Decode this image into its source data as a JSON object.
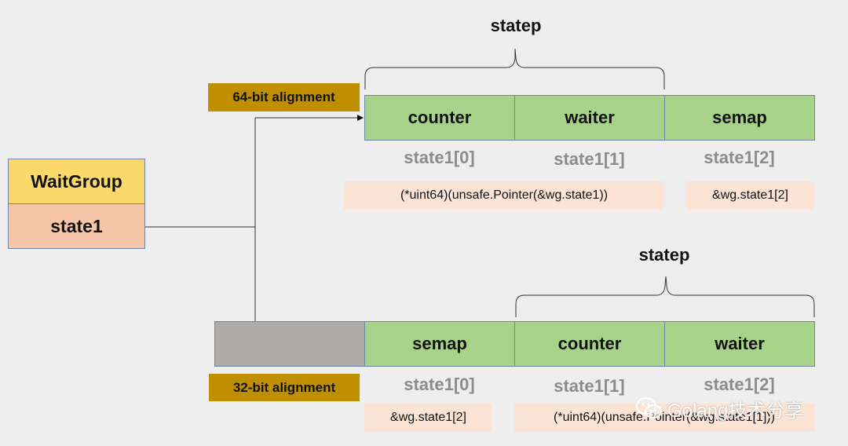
{
  "waitgroup": {
    "title": "WaitGroup",
    "field": "state1"
  },
  "top": {
    "alignment_label": "64-bit alignment",
    "statep_label": "statep",
    "cells": [
      "counter",
      "waiter",
      "semap"
    ],
    "indices": [
      "state1[0]",
      "state1[1]",
      "state1[2]"
    ],
    "expr_left": "(*uint64)(unsafe.Pointer(&wg.state1))",
    "expr_right": "&wg.state1[2]"
  },
  "bottom": {
    "alignment_label": "32-bit alignment",
    "statep_label": "statep",
    "cells": [
      "semap",
      "counter",
      "waiter"
    ],
    "indices": [
      "state1[0]",
      "state1[1]",
      "state1[2]"
    ],
    "expr_left": "&wg.state1[2]",
    "expr_right": "(*uint64)(unsafe.Pointer(&wg.state1[1]))"
  },
  "watermark": {
    "text": "Golang技术分享",
    "icon": "wechat-icon"
  },
  "colors": {
    "background": "#eeeeee",
    "waitgroup_title": "#fbd86a",
    "waitgroup_field": "#f7c6a8",
    "cell": "#a6d28a",
    "padding": "#aeaaaa",
    "alignment_label": "#bf8f00",
    "expr_bg": "#fbe4d5",
    "index_text": "#8c8c8c"
  }
}
